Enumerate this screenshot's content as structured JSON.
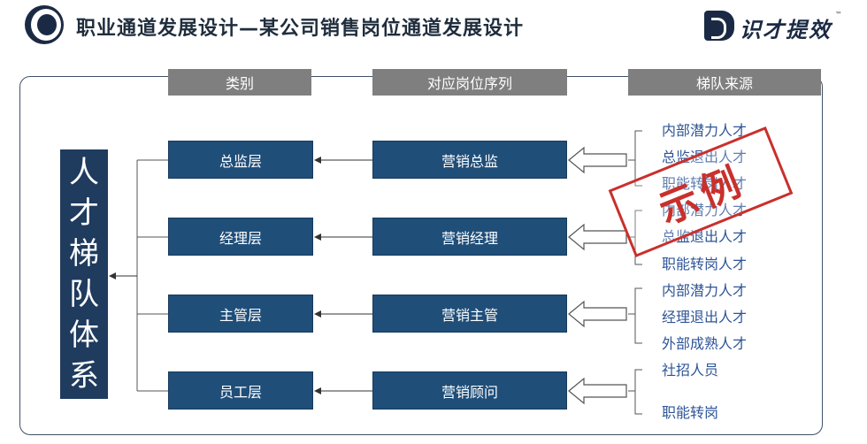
{
  "header": {
    "title": "职业通道发展设计—某公司销售岗位通道发展设计",
    "brand": "识才提效"
  },
  "columns": {
    "category": "类别",
    "position_series": "对应岗位序列",
    "source": "梯队来源"
  },
  "vertical_label": [
    "人",
    "才",
    "梯",
    "队",
    "体",
    "系"
  ],
  "levels": [
    {
      "category": "总监层",
      "position": "营销总监",
      "sources": [
        "内部潜力人才",
        "总监退出人才",
        "职能转岗人才"
      ]
    },
    {
      "category": "经理层",
      "position": "营销经理",
      "sources": [
        "内部潜力人才",
        "总监退出人才",
        "职能转岗人才"
      ]
    },
    {
      "category": "主管层",
      "position": "营销主管",
      "sources": [
        "内部潜力人才",
        "经理退出人才",
        "外部成熟人才"
      ]
    },
    {
      "category": "员工层",
      "position": "营销顾问",
      "sources": [
        "社招人员",
        "职能转岗"
      ]
    }
  ],
  "stamp": "示例",
  "colors": {
    "box": "#1f4e79",
    "header": "#7f7f7f",
    "source_text": "#2e5597",
    "stamp": "#c9302c"
  }
}
